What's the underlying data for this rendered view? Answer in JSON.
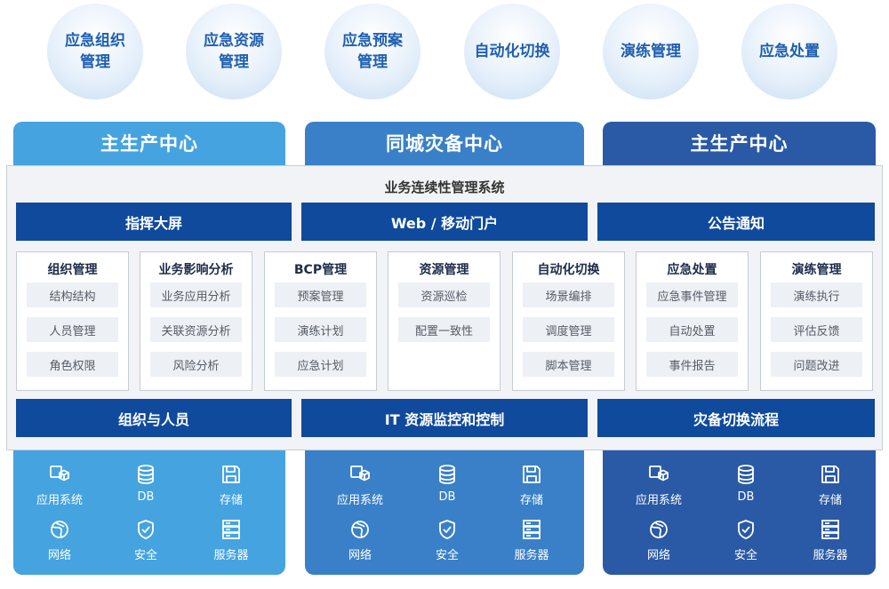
{
  "capabilities": [
    "应急组织管理",
    "应急资源管理",
    "应急预案管理",
    "自动化切换",
    "演练管理",
    "应急处置"
  ],
  "capability_lines": [
    [
      "应急组织",
      "管理"
    ],
    [
      "应急资源",
      "管理"
    ],
    [
      "应急预案",
      "管理"
    ],
    [
      "自动化切换"
    ],
    [
      "演练管理"
    ],
    [
      "应急处置"
    ]
  ],
  "data_centers": [
    {
      "title": "主生产中心"
    },
    {
      "title": "同城灾备中心"
    },
    {
      "title": "主生产中心"
    }
  ],
  "panel": {
    "title": "业务连续性管理系统",
    "top_bars": [
      "指挥大屏",
      "Web / 移动门户",
      "公告通知"
    ],
    "bottom_bars": [
      "组织与人员",
      "IT 资源监控和控制",
      "灾备切换流程"
    ],
    "modules": [
      {
        "title": "组织管理",
        "items": [
          "结构结构",
          "人员管理",
          "角色权限"
        ]
      },
      {
        "title": "业务影响分析",
        "items": [
          "业务应用分析",
          "关联资源分析",
          "风险分析"
        ]
      },
      {
        "title": "BCP管理",
        "items": [
          "预案管理",
          "演练计划",
          "应急计划"
        ]
      },
      {
        "title": "资源管理",
        "items": [
          "资源巡检",
          "配置一致性"
        ]
      },
      {
        "title": "自动化切换",
        "items": [
          "场景编排",
          "调度管理",
          "脚本管理"
        ]
      },
      {
        "title": "应急处置",
        "items": [
          "应急事件管理",
          "自动处置",
          "事件报告"
        ]
      },
      {
        "title": "演练管理",
        "items": [
          "演练执行",
          "评估反馈",
          "问题改进"
        ]
      }
    ]
  },
  "resources": [
    {
      "label": "应用系统",
      "icon": "app-box-icon"
    },
    {
      "label": "DB",
      "icon": "database-icon"
    },
    {
      "label": "存储",
      "icon": "storage-icon"
    },
    {
      "label": "网络",
      "icon": "network-globe-icon"
    },
    {
      "label": "安全",
      "icon": "shield-check-icon"
    },
    {
      "label": "服务器",
      "icon": "server-icon"
    }
  ],
  "colors": {
    "circle_text": "#1f5fb0",
    "dc_primary": "#45a3e0",
    "dc_backup": "#3a80c8",
    "dc_tertiary": "#2a5aa6",
    "bar": "#0f4a9c"
  }
}
